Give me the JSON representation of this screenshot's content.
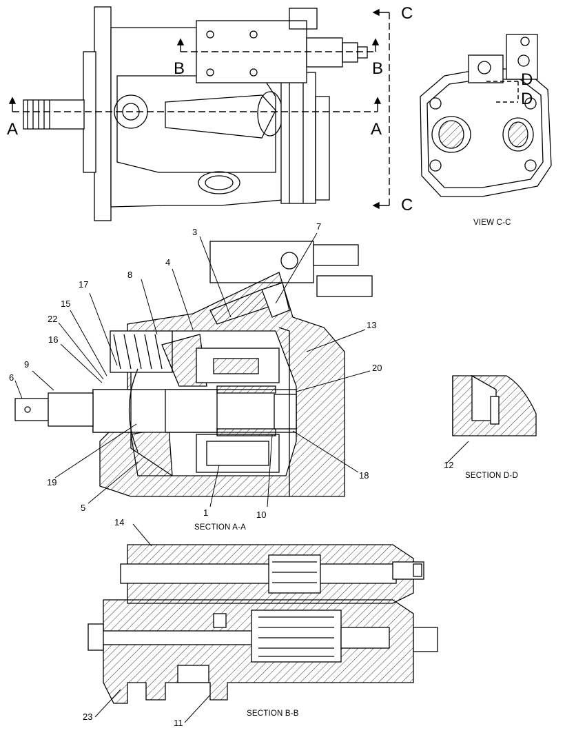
{
  "sections": {
    "c_letter_top": "C",
    "c_letter_bottom": "C",
    "b_left": "B",
    "b_right": "B",
    "a_left": "A",
    "a_right": "A",
    "d_top": "D",
    "d_bottom": "D"
  },
  "captions": {
    "view_cc": "VIEW C-C",
    "section_aa": "SECTION A-A",
    "section_dd": "SECTION D-D",
    "section_bb": "SECTION B-B"
  },
  "callouts": {
    "n1": "1",
    "n3": "3",
    "n4": "4",
    "n5": "5",
    "n6": "6",
    "n7": "7",
    "n8": "8",
    "n9": "9",
    "n10": "10",
    "n11": "11",
    "n12": "12",
    "n13": "13",
    "n14": "14",
    "n15": "15",
    "n16": "16",
    "n17": "17",
    "n18": "18",
    "n19": "19",
    "n20": "20",
    "n22": "22",
    "n23": "23"
  }
}
